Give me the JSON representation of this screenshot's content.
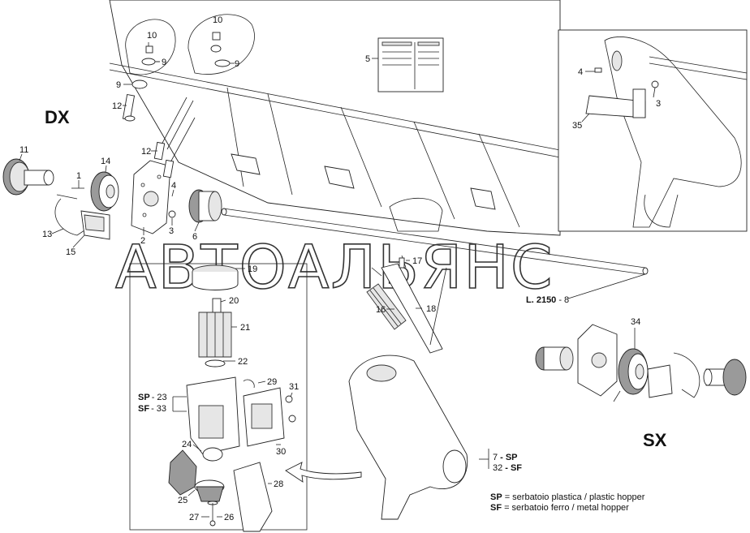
{
  "sides": {
    "right": "DX",
    "left": "SX"
  },
  "callouts": [
    "1",
    "2",
    "3",
    "4",
    "5",
    "6",
    "9",
    "10",
    "12",
    "13",
    "14",
    "15",
    "16",
    "17",
    "18",
    "19",
    "20",
    "21",
    "22",
    "23",
    "24",
    "25",
    "26",
    "27",
    "28",
    "29",
    "30",
    "31",
    "32",
    "33",
    "34",
    "35"
  ],
  "labels": {
    "l10a": "10",
    "l9a": "9",
    "l10b": "10",
    "l9b": "9",
    "l9c": "9",
    "l12a": "12",
    "l5": "5",
    "l4inset": "4",
    "l3inset": "3",
    "l35": "35",
    "l11": "11",
    "l14": "14",
    "l1": "1",
    "l12b": "12",
    "l4": "4",
    "l3": "3",
    "l13": "13",
    "l15": "15",
    "l2": "2",
    "l6": "6",
    "l19": "19",
    "l17": "17",
    "l16": "16",
    "l18": "18",
    "l20": "20",
    "l21": "21",
    "l22": "22",
    "l29": "29",
    "l31": "31",
    "l24": "24",
    "l30": "30",
    "l28": "28",
    "l25": "25",
    "l27": "27",
    "l26": "26",
    "l34": "34",
    "sp23_sp": "SP",
    "sp23_num": "- 23",
    "sf33_sf": "SF",
    "sf33_num": "- 33",
    "m7_num": "7",
    "m7_sp": "- SP",
    "m32_num": "32",
    "m32_sf": "- SF",
    "length_label": "L. 2150",
    "length_num": "- 8"
  },
  "legend": [
    {
      "code": "SP",
      "text": "= serbatoio plastica / plastic hopper"
    },
    {
      "code": "SF",
      "text": "= serbatoio ferro / metal hopper"
    }
  ],
  "watermark": "АВТОАЛЬЯНС"
}
